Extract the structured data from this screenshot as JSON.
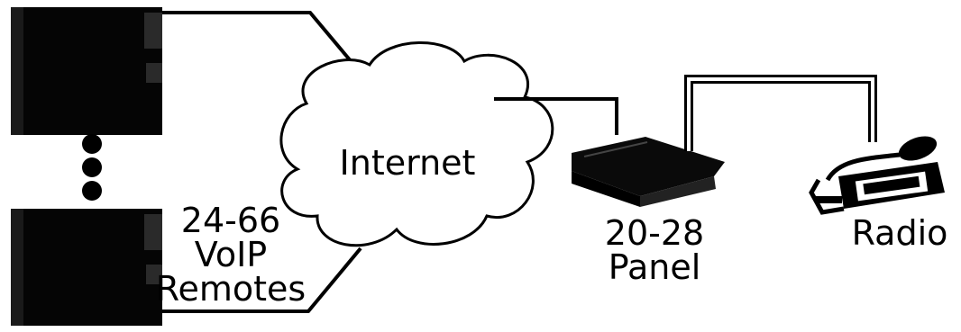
{
  "diagram": {
    "cloud_label": "Internet",
    "remotes_label": {
      "line1": "24-66",
      "line2": "VoIP",
      "line3": "Remotes"
    },
    "panel_label": {
      "line1": "20-28",
      "line2": "Panel"
    },
    "radio_label": "Radio"
  },
  "colors": {
    "ink": "#000000",
    "background": "#ffffff",
    "cable_inner": "#ffffff"
  }
}
